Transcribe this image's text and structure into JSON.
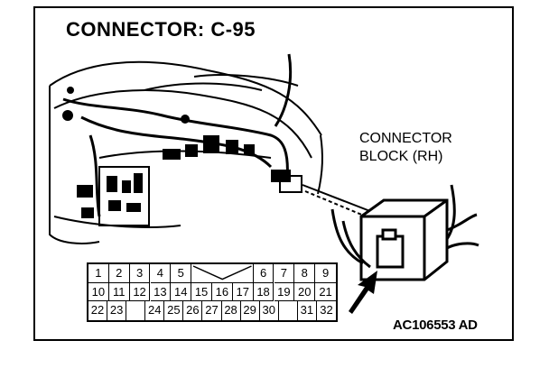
{
  "diagram": {
    "title": "CONNECTOR: C-95",
    "connector_block_label_line1": "CONNECTOR",
    "connector_block_label_line2": "BLOCK (RH)",
    "figure_code": "AC106553 AD"
  },
  "pinout": {
    "row1": [
      "1",
      "2",
      "3",
      "4",
      "5",
      "",
      "6",
      "7",
      "8",
      "9"
    ],
    "row2": [
      "10",
      "11",
      "12",
      "13",
      "14",
      "15",
      "16",
      "17",
      "18",
      "19",
      "20",
      "21"
    ],
    "row3": [
      "22",
      "23",
      "",
      "24",
      "25",
      "26",
      "27",
      "28",
      "29",
      "30",
      "",
      "31",
      "32"
    ]
  }
}
